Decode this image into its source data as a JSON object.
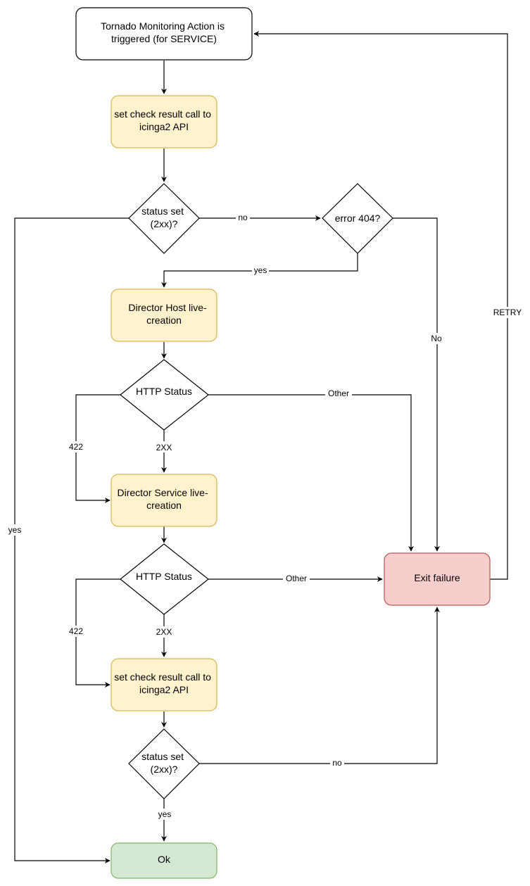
{
  "colors": {
    "start_fill": "#ffffff",
    "start_stroke": "#000000",
    "process_fill": "#fff2cc",
    "process_stroke": "#d6b656",
    "decision_fill": "#ffffff",
    "decision_stroke": "#000000",
    "fail_fill": "#f8cecc",
    "fail_stroke": "#b85450",
    "ok_fill": "#d5e8d4",
    "ok_stroke": "#82b366",
    "edge": "#000000"
  },
  "nodes": {
    "start": [
      "Tornado Monitoring Action is",
      "triggered (for SERVICE)"
    ],
    "set_check_1": [
      "set check result call to",
      "icinga2 API"
    ],
    "status_set_1": [
      "status set",
      "(2xx)?"
    ],
    "error_404": [
      "error 404?"
    ],
    "director_host": [
      "Director Host live-",
      "creation"
    ],
    "http_status_1": [
      "HTTP Status"
    ],
    "director_service": [
      "Director Service live-",
      "creation"
    ],
    "http_status_2": [
      "HTTP Status"
    ],
    "exit_failure": [
      "Exit failure"
    ],
    "set_check_2": [
      "set check result call to",
      "icinga2 API"
    ],
    "status_set_2": [
      "status set",
      "(2xx)?"
    ],
    "ok": [
      "Ok"
    ]
  },
  "edge_labels": {
    "no_1": "no",
    "yes_404": "yes",
    "no_404": "No",
    "retry": "RETRY",
    "other_1": "Other",
    "code_422_1": "422",
    "code_2xx_1": "2XX",
    "other_2": "Other",
    "code_422_2": "422",
    "code_2xx_2": "2XX",
    "no_2": "no",
    "yes_2": "yes",
    "yes_1": "yes"
  }
}
